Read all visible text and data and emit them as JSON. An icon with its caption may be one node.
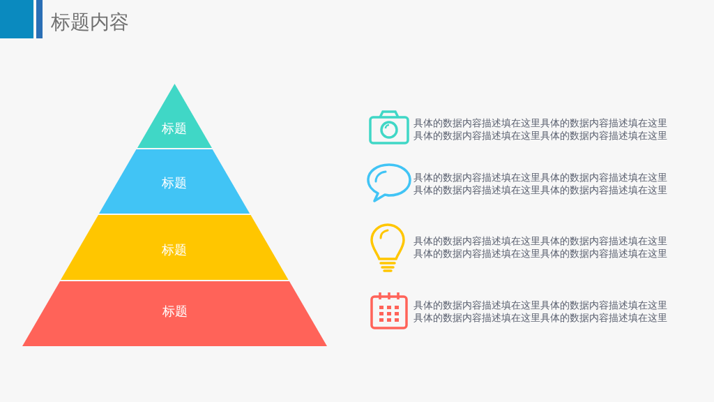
{
  "diagram": {
    "title": "标题内容",
    "nodes": [
      {
        "text": [
          "标题"
        ]
      },
      {
        "text": [
          "标题"
        ]
      },
      {
        "text": [
          "标题"
        ]
      },
      {
        "text": [
          "标题"
        ]
      }
    ],
    "labels": [
      "具体的数据内容描述填在这里具体的数据内容描述填在这里",
      "具体的数据内容描述填在这里具体的数据内容描述填在这里",
      "具体的数据内容描述填在这里具体的数据内容描述填在这里",
      "具体的数据内容描述填在这里具体的数据内容描述填在这里",
      "具体的数据内容描述填在这里具体的数据内容描述填在这里",
      "具体的数据内容描述填在这里具体的数据内容描述填在这里",
      "具体的数据内容描述填在这里具体的数据内容描述填在这里",
      "具体的数据内容描述填在这里具体的数据内容描述填在这里"
    ]
  }
}
